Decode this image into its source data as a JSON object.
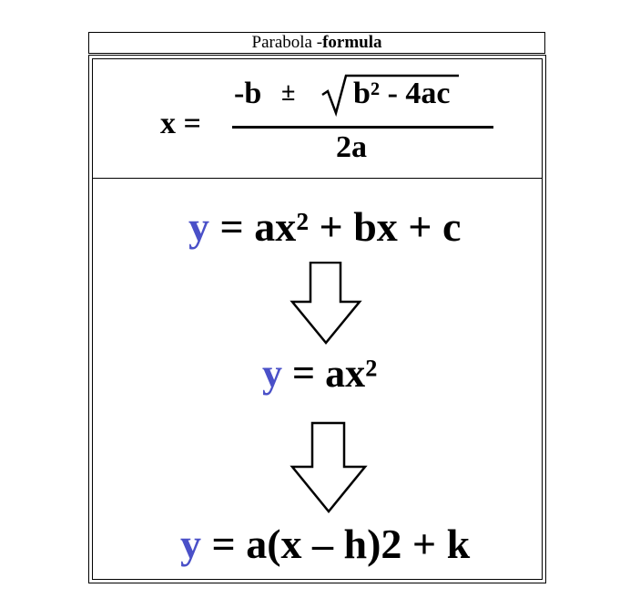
{
  "title": {
    "prefix": "Parabola -",
    "bold": "formula"
  },
  "quadratic": {
    "lhs": "x =",
    "numerator_b": "-b",
    "plus_minus": "±",
    "radicand": "b² - 4ac",
    "denominator": "2a"
  },
  "equations": [
    {
      "var": "y",
      "rhs": " = ax² + bx + c"
    },
    {
      "var": "y",
      "rhs": " = ax²"
    },
    {
      "var": "y",
      "rhs": " = a(x – h)2 + k"
    }
  ],
  "colors": {
    "variable": "#4a50c8"
  },
  "icons": [
    "down-arrow-icon",
    "down-arrow-icon"
  ]
}
